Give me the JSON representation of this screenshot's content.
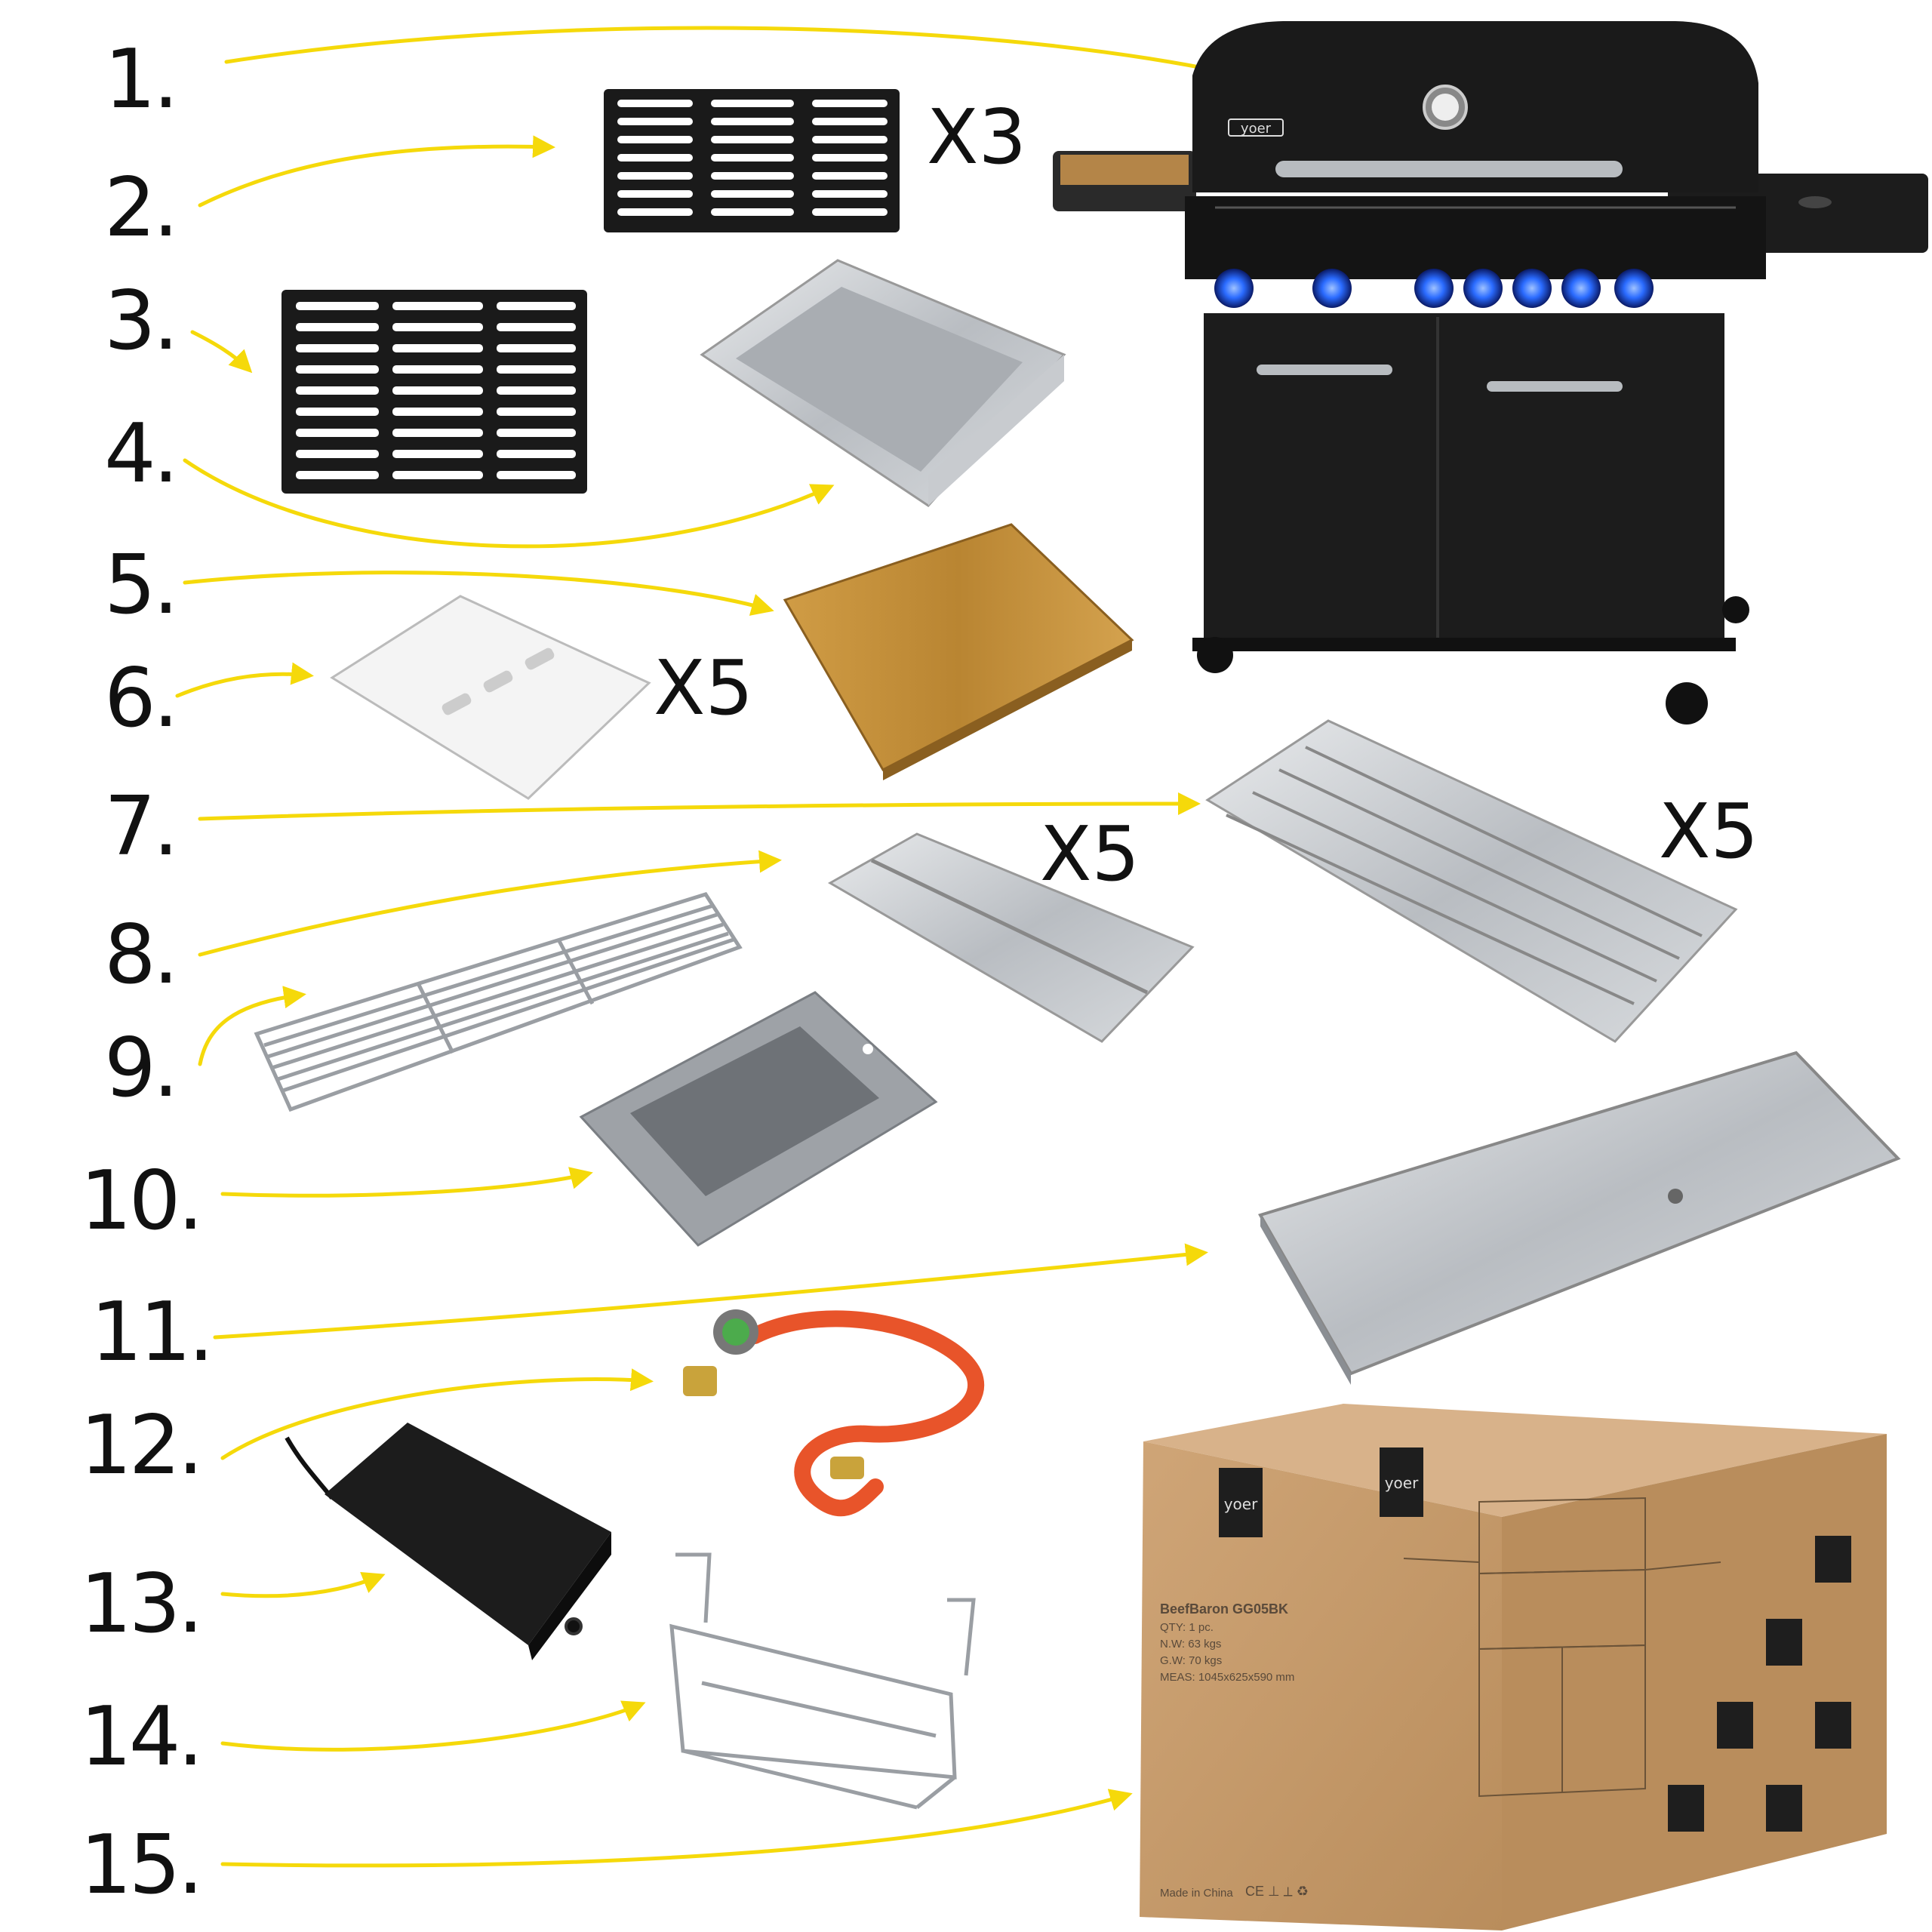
{
  "items": [
    {
      "number": "1.",
      "name": "gas grill"
    },
    {
      "number": "2.",
      "name": "cast iron grate"
    },
    {
      "number": "3.",
      "name": "cast iron grate"
    },
    {
      "number": "4.",
      "name": "stainless steel pan"
    },
    {
      "number": "5.",
      "name": "bamboo cutting board"
    },
    {
      "number": "6.",
      "name": "burner cover plate"
    },
    {
      "number": "7.",
      "name": "flame tamer"
    },
    {
      "number": "8.",
      "name": "flame tamer"
    },
    {
      "number": "9.",
      "name": "warming rack"
    },
    {
      "number": "10.",
      "name": "grease cup"
    },
    {
      "number": "11.",
      "name": "drip tray"
    },
    {
      "number": "12.",
      "name": "gas regulator with hose"
    },
    {
      "number": "13.",
      "name": "ignition box"
    },
    {
      "number": "14.",
      "name": "wire basket"
    },
    {
      "number": "15.",
      "name": "cardboard box"
    }
  ],
  "quantities": {
    "grates_small": "X3",
    "plates": "X5",
    "flame_tamer_small": "X5",
    "flame_tamer_large": "X5"
  },
  "brand": "yoer",
  "box_label": {
    "model": "BeefBaron GG05BK",
    "qty": "QTY: 1 pc.",
    "nw": "N.W: 63 kgs",
    "gw": "G.W: 70 kgs",
    "meas": "MEAS: 1045x625x590 mm",
    "origin": "Made in China",
    "marks": "CE ⊥ ⟂ ♻"
  },
  "colors": {
    "arrow": "#f5d90a",
    "grill_body": "#1a1a1a",
    "knob_glow": "#2a6bff",
    "cardboard": "#c69c6d",
    "bamboo": "#c8953f"
  }
}
